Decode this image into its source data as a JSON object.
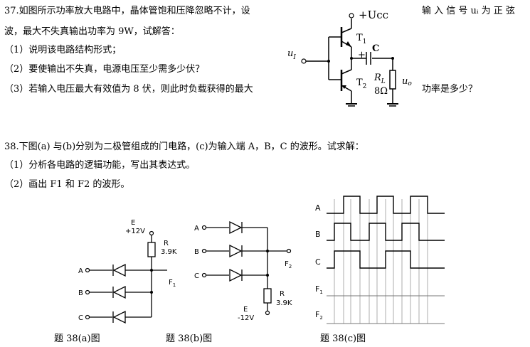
{
  "q37": {
    "line1": "37.如图所示功率放大电路中，晶体管饱和压降忽略不计，设",
    "line1_right": "输 入 信 号  uᵢ 为 正 弦",
    "line2": "波，最大不失真输出功率为 9W，试解答：",
    "item1": "（1）说明该电路结构形式；",
    "item2": "（2）要使输出不失真，电源电压至少需多少伏？",
    "item3": "（3）若输入电压最大有效值为 8 伏，则此时负载获得的最大",
    "item3_right": "功率是多少？",
    "circuit": {
      "supply": "+Ucc",
      "t1": "T",
      "t1_sub": "1",
      "t2": "T",
      "t2_sub": "2",
      "cap": "C",
      "rl": "R",
      "rl_sub": "L",
      "rl_val": "8Ω",
      "ui": "u",
      "ui_sub": "I",
      "uo": "u",
      "uo_sub": "o"
    }
  },
  "q38": {
    "line1": "38.下图(a) 与(b)分别为二极管组成的门电路，(c)为输入端 A，B，C 的波形。试求解：",
    "item1": "（1）分析各电路的逻辑功能，写出其表达式。",
    "item2": "（2）画出 F1 和 F2 的波形。",
    "fig_a": {
      "e": "E",
      "e_val": "+12V",
      "r": "R",
      "r_val": "3.9K",
      "a": "A",
      "b": "B",
      "c": "C",
      "f": "F",
      "f_sub": "1",
      "caption": "题 38(a)图"
    },
    "fig_b": {
      "e": "E",
      "e_val": "-12V",
      "r": "R",
      "r_val": "3.9K",
      "a": "A",
      "b": "B",
      "c": "C",
      "f": "F",
      "f_sub": "2",
      "caption": "题 38(b)图"
    },
    "fig_c": {
      "a": "A",
      "b": "B",
      "c": "C",
      "f1": "F",
      "f1_sub": "1",
      "f2": "F",
      "f2_sub": "2",
      "caption": "题 38(c)图"
    }
  }
}
